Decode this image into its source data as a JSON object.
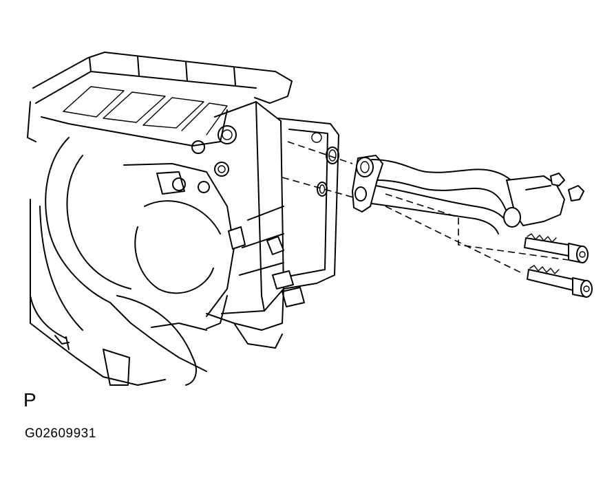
{
  "figure": {
    "view_letter": "P",
    "code": "G02609931"
  },
  "parts": [
    {
      "name": "heater-unit-housing",
      "icon": "heater-unit-icon"
    },
    {
      "name": "heater-water-pipe",
      "icon": "pipe-icon"
    },
    {
      "name": "o-ring-upper",
      "icon": "o-ring-icon"
    },
    {
      "name": "o-ring-lower",
      "icon": "o-ring-icon"
    },
    {
      "name": "bolt-upper",
      "icon": "bolt-icon"
    },
    {
      "name": "bolt-lower",
      "icon": "bolt-icon"
    }
  ]
}
